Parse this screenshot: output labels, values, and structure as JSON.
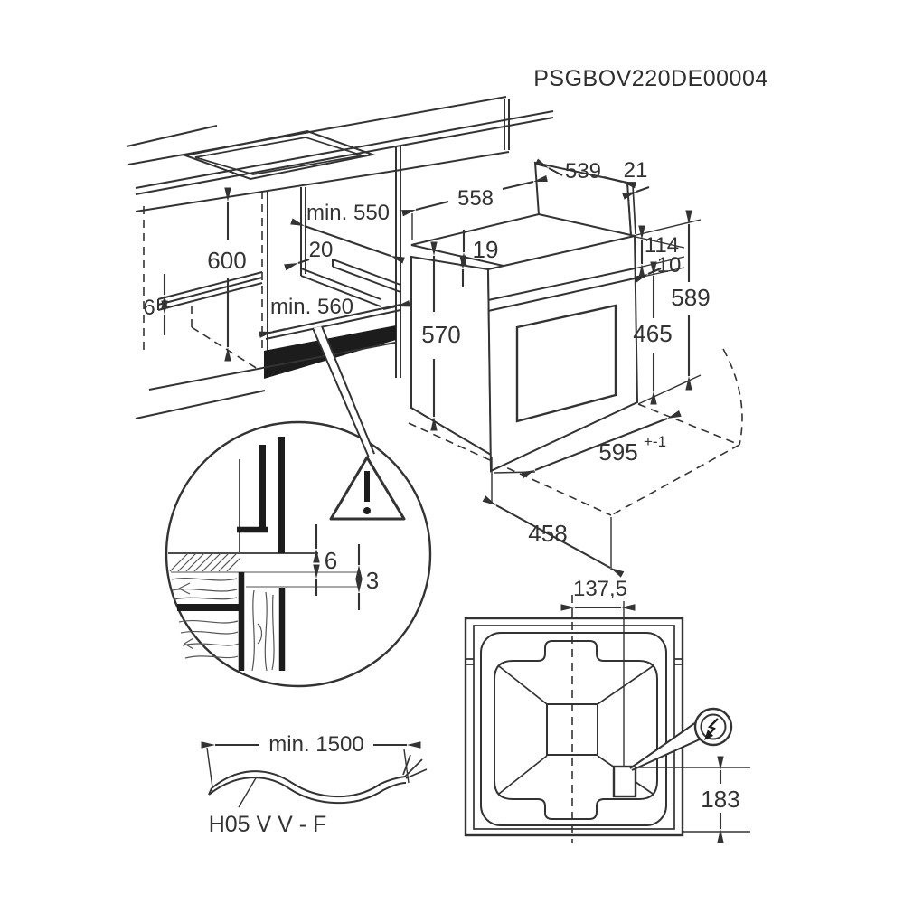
{
  "title": "PSGBOV220DE00004",
  "cabinet": {
    "niche_height": "600",
    "niche_depth": "min. 550",
    "wall_thickness": "20",
    "niche_width": "min. 560",
    "rail_thickness": "6"
  },
  "oven": {
    "body_width": "558",
    "back_width": "539",
    "back_inset": "21",
    "top_inset": "19",
    "control_panel_height": "114",
    "panel_gap": "10",
    "body_height": "570",
    "door_height": "465",
    "total_height": "589",
    "front_width": "595",
    "front_width_tolerance": "+-1",
    "bottom_depth": "458"
  },
  "mounting_detail": {
    "top_gap": "6",
    "bottom_gap": "3",
    "warning_icon": "exclamation-triangle"
  },
  "power_cable": {
    "min_length": "min. 1500",
    "cable_type": "H05 V V - F"
  },
  "rear_view": {
    "terminal_offset_x": "137,5",
    "terminal_offset_y": "183",
    "electric_icon": "lightning-bolt"
  }
}
